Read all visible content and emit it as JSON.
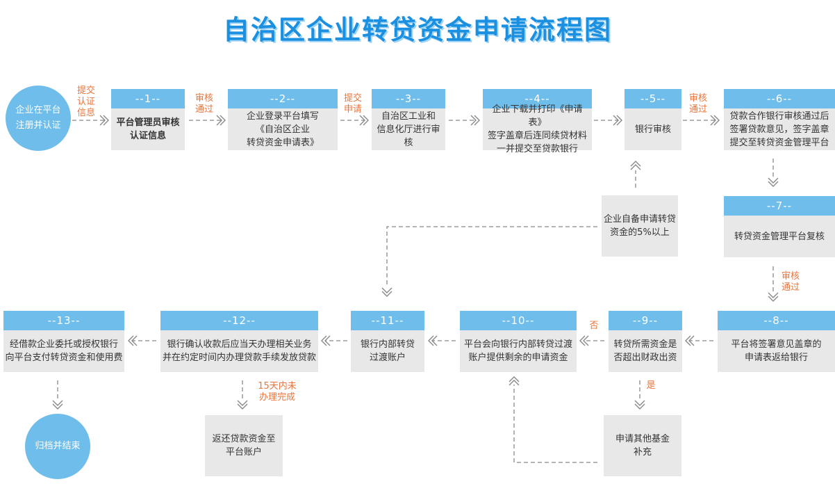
{
  "title": "自治区企业转贷资金申请流程图",
  "start": "企业在平台\n注册并认证",
  "end": "归档并结束",
  "steps": [
    {
      "num": "--1--",
      "text": "平台管理员审核\n认证信息"
    },
    {
      "num": "--2--",
      "text": "企业登录平台填写\n《自治区企业\n转贷资金申请表》"
    },
    {
      "num": "--3--",
      "text": "自治区工业和\n信息化厅进行审核"
    },
    {
      "num": "--4--",
      "text": "企业下载并打印《申请表》\n签字盖章后连同续贷材料\n一并提交至贷款银行"
    },
    {
      "num": "--5--",
      "text": "银行审核"
    },
    {
      "num": "--6--",
      "text": "贷款合作银行审核通过后\n签署贷款意见，签字盖章\n提交至转贷资金管理平台"
    },
    {
      "num": "--7--",
      "text": "转贷资金管理平台复核"
    },
    {
      "num": "--8--",
      "text": "平台将签署意见盖章的\n申请表返给银行"
    },
    {
      "num": "--9--",
      "text": "转贷所需资金是\n否超出财政出资"
    },
    {
      "num": "--10--",
      "text": "平台会向银行内部转贷过渡\n账户提供剩余的申请资金"
    },
    {
      "num": "--11--",
      "text": "银行内部转贷\n过渡账户"
    },
    {
      "num": "--12--",
      "text": "银行确认收款后应当天办理相关业务\n并在约定时间内办理贷款手续发放贷款"
    },
    {
      "num": "--13--",
      "text": "经借款企业委托或授权银行\n向平台支付转贷资金和使用费"
    }
  ],
  "side_boxes": {
    "self_fund": "企业自备申请转贷\n资金的5%以上",
    "other_fund": "申请其他基金\n补充",
    "repay": "返还贷款资金至\n平台账户"
  },
  "labels": {
    "submit_verify": "提交\n认证\n信息",
    "review_pass_1": "审核\n通过",
    "submit_apply": "提交\n申请",
    "review_pass_2": "审核\n通过",
    "review_pass_3": "审核\n通过",
    "no": "否",
    "yes": "是",
    "within_15": "15天内未\n办理完成"
  },
  "colors": {
    "title": "#1b8fe0",
    "header": "#6ebdea",
    "box": "#e8e8e8",
    "label": "#e8743b",
    "line": "#888888"
  }
}
